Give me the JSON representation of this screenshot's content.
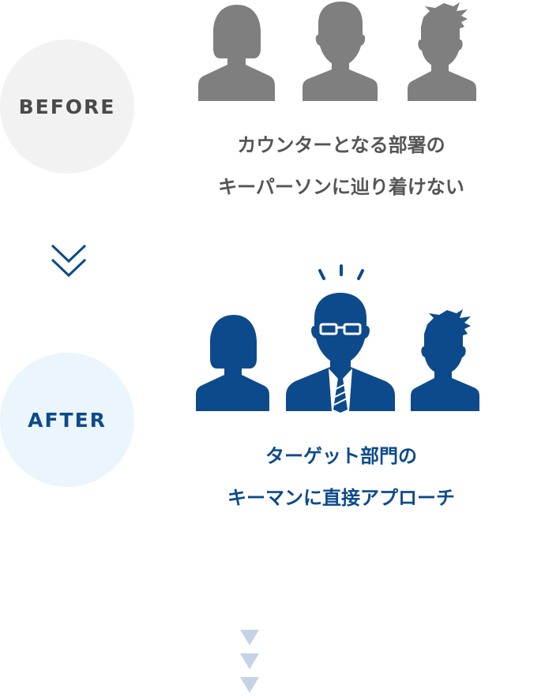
{
  "before": {
    "label": "BEFORE",
    "caption_line1": "カウンターとなる部署の",
    "caption_line2": "キーパーソンに辿り着けない",
    "color": "#7f7f7f"
  },
  "after": {
    "label": "AFTER",
    "caption_line1": "ターゲット部門の",
    "caption_line2": "キーマンに直接アプローチ",
    "color": "#0d4a8c"
  },
  "arrow_color": "#0d4a8c",
  "flow_arrow_color": "#c6d3e6",
  "icons": [
    "woman-silhouette-icon",
    "man-silhouette-icon",
    "spiky-hair-man-icon",
    "businessman-icon",
    "double-chevron-down-icon",
    "triangle-down-icon"
  ]
}
